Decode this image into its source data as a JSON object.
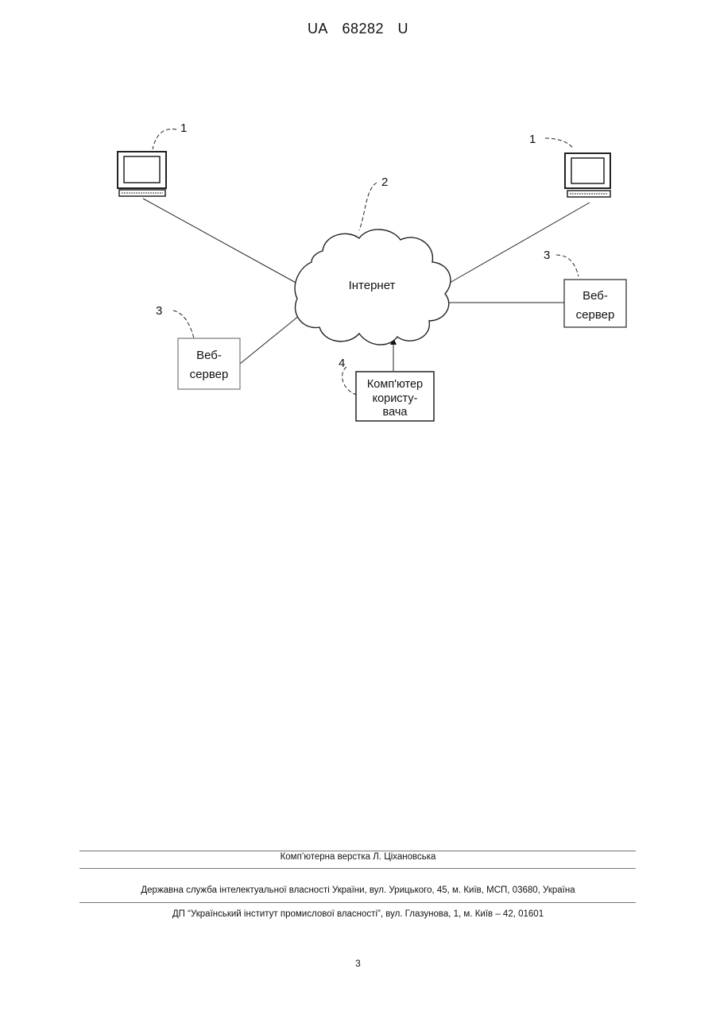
{
  "header": {
    "country": "UA",
    "number": "68282",
    "kind": "U"
  },
  "figure": {
    "cloud_label": "Інтернет",
    "ref_1": "1",
    "ref_2": "2",
    "ref_3": "3",
    "ref_4": "4",
    "web_server_line1": "Веб-",
    "web_server_line2": "сервер",
    "user_computer_line1": "Комп'ютер",
    "user_computer_line2": "користу-",
    "user_computer_line3": "вача"
  },
  "footer": {
    "layout_credit": "Комп’ютерна верстка Л. Ціхановська",
    "office": "Державна служба інтелектуальної власності України, вул. Урицького, 45, м. Київ, МСП, 03680, Україна",
    "institute": "ДП “Український інститут промислової власності”, вул. Глазунова, 1, м. Київ – 42, 01601"
  },
  "page_number": "3"
}
